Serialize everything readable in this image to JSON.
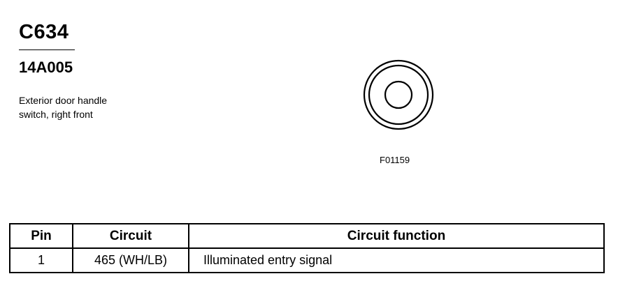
{
  "connector": {
    "id": "C634",
    "part_number": "14A005",
    "description_lines": [
      "Exterior door handle",
      "switch, right front"
    ],
    "figure_ref": "F01159"
  },
  "pinout_table": {
    "headers": {
      "pin": "Pin",
      "circuit": "Circuit",
      "function": "Circuit function"
    },
    "rows": [
      {
        "pin": "1",
        "circuit": "465 (WH/LB)",
        "function": "Illuminated entry signal"
      }
    ]
  }
}
